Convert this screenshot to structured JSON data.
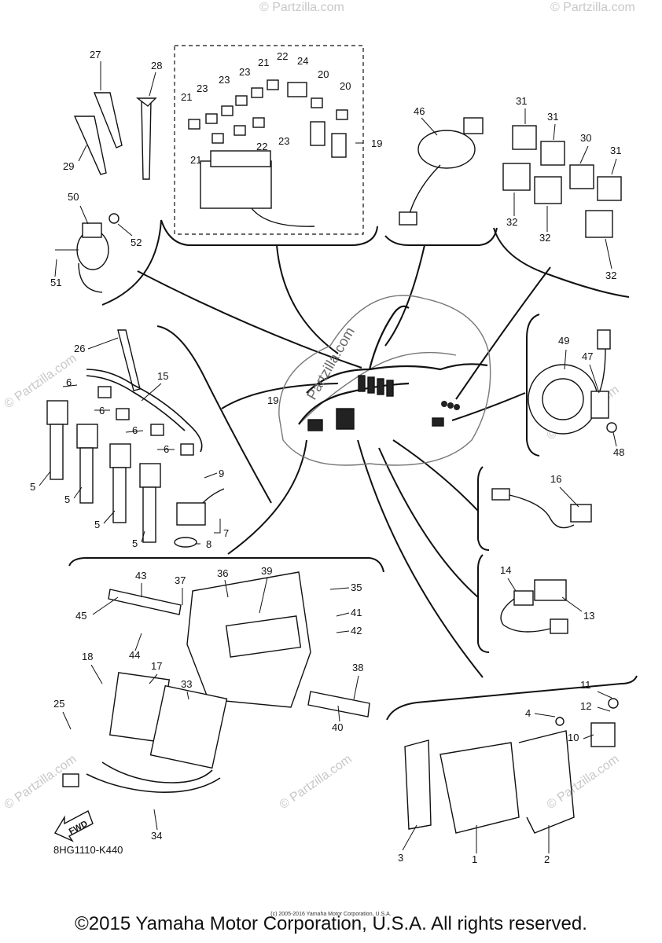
{
  "drawing_code": "8HG1110-K440",
  "copyright": "©2015 Yamaha Motor Corporation, U.S.A. All rights reserved.",
  "small_copyright": "(c) 2005-2016 Yamaha Motor Corporation, U.S.A.",
  "watermark": "© Partzilla.com",
  "center_watermark": "Partzilla.com",
  "fwd_label": "FWD",
  "callouts": [
    "1",
    "2",
    "3",
    "4",
    "5",
    "5",
    "5",
    "5",
    "6",
    "6",
    "6",
    "6",
    "7",
    "8",
    "9",
    "10",
    "11",
    "12",
    "13",
    "14",
    "15",
    "16",
    "17",
    "18",
    "19",
    "19",
    "20",
    "20",
    "21",
    "21",
    "21",
    "22",
    "22",
    "23",
    "23",
    "23",
    "23",
    "24",
    "25",
    "26",
    "27",
    "28",
    "29",
    "30",
    "31",
    "31",
    "31",
    "32",
    "32",
    "32",
    "32",
    "33",
    "34",
    "35",
    "36",
    "37",
    "38",
    "39",
    "40",
    "41",
    "42",
    "43",
    "44",
    "45",
    "46",
    "47",
    "48",
    "49",
    "50",
    "51",
    "52"
  ]
}
